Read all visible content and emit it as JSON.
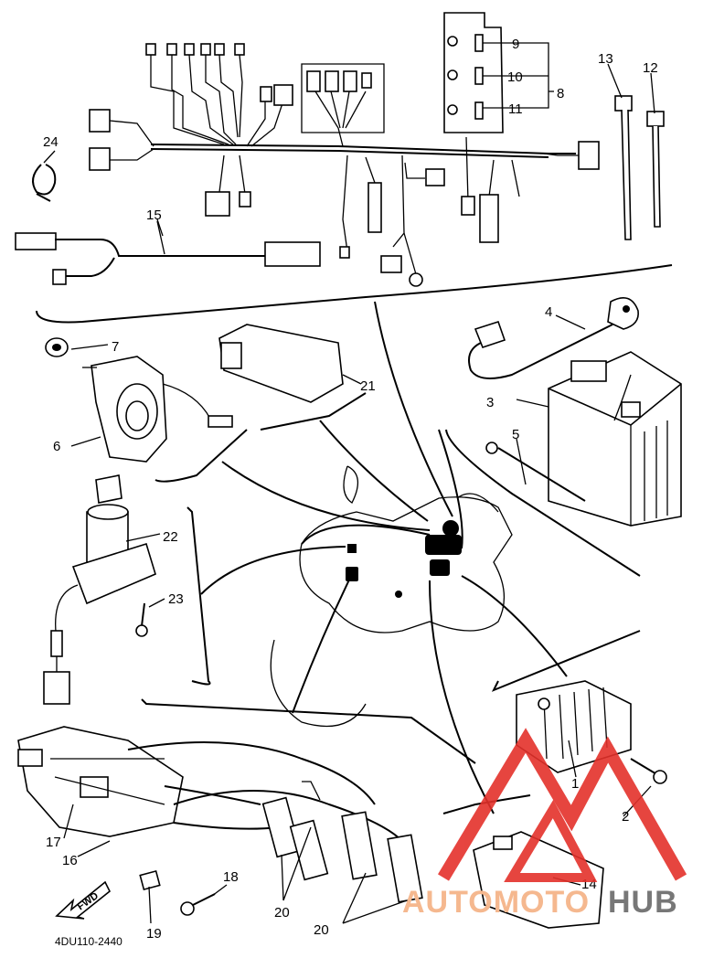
{
  "diagram": {
    "callouts": [
      "1",
      "2",
      "3",
      "4",
      "5",
      "6",
      "7",
      "8",
      "9",
      "10",
      "11",
      "12",
      "13",
      "14",
      "15",
      "16",
      "17",
      "18",
      "19",
      "20",
      "20",
      "21",
      "22",
      "23",
      "24"
    ],
    "drawing_code": "4DU110-2440",
    "fwd_label": "FWD",
    "watermark": {
      "text_a": "AUTOMOTO",
      "text_b": "HUB",
      "color_a": "#f5b88f",
      "color_b": "#777777",
      "logo_color": "#e4312b"
    }
  }
}
